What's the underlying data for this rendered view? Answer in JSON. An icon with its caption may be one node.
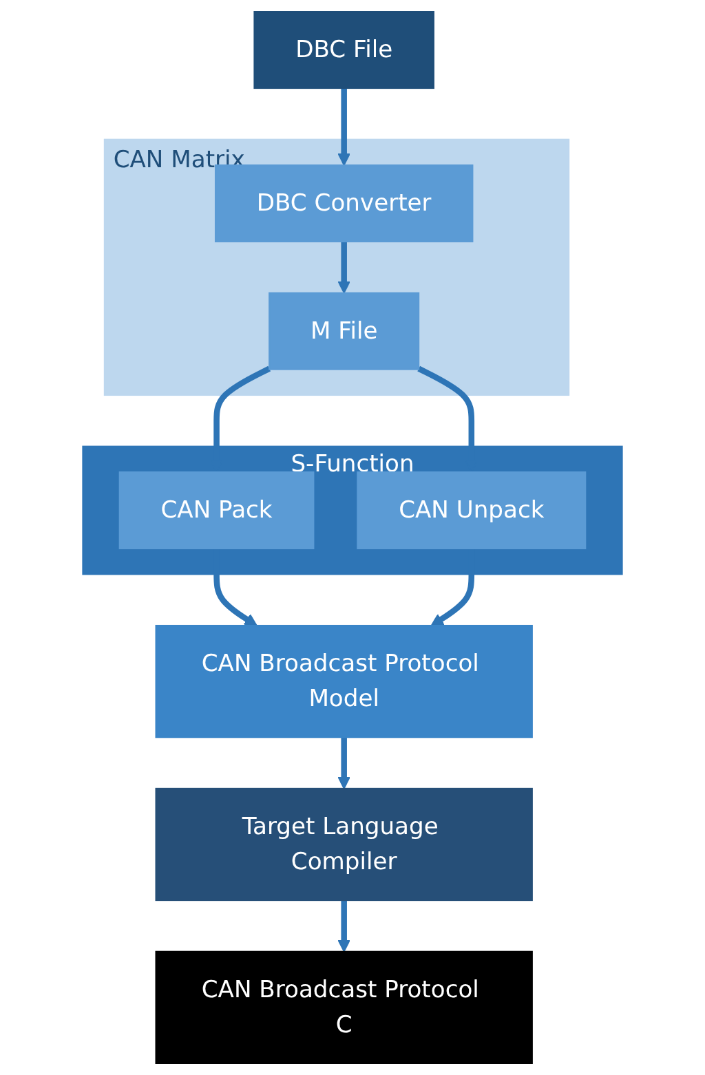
{
  "diagram": {
    "nodes": [
      {
        "text": [
          "DBC File"
        ]
      },
      {
        "text": [
          "CAN Matrix"
        ]
      },
      {
        "text": [
          "DBC Converter"
        ],
        "in": 1
      },
      {
        "text": [
          "M File"
        ],
        "in": 1
      },
      {
        "text": [
          "S-Function"
        ]
      },
      {
        "text": [
          "CAN Pack"
        ],
        "in": 4
      },
      {
        "text": [
          "CAN Unpack"
        ],
        "in": 4
      },
      {
        "text": [
          "CAN Broadcast Protocol Model"
        ]
      },
      {
        "text": [
          "Target Language Compiler"
        ]
      },
      {
        "text": [
          "CAN Broadcast Protocol C"
        ]
      }
    ],
    "edges": [
      {
        "from": 0,
        "to": 2,
        "arrow": "to"
      },
      {
        "from": 2,
        "to": 3,
        "arrow": "to"
      },
      {
        "from": 3,
        "to": 5,
        "arrow": "to"
      },
      {
        "from": 3,
        "to": 6,
        "arrow": "to"
      },
      {
        "from": 5,
        "to": 7,
        "arrow": "to"
      },
      {
        "from": 6,
        "to": 7,
        "arrow": "to"
      },
      {
        "from": 7,
        "to": 8,
        "arrow": "to"
      },
      {
        "from": 8,
        "to": 9,
        "arrow": "to"
      }
    ]
  }
}
